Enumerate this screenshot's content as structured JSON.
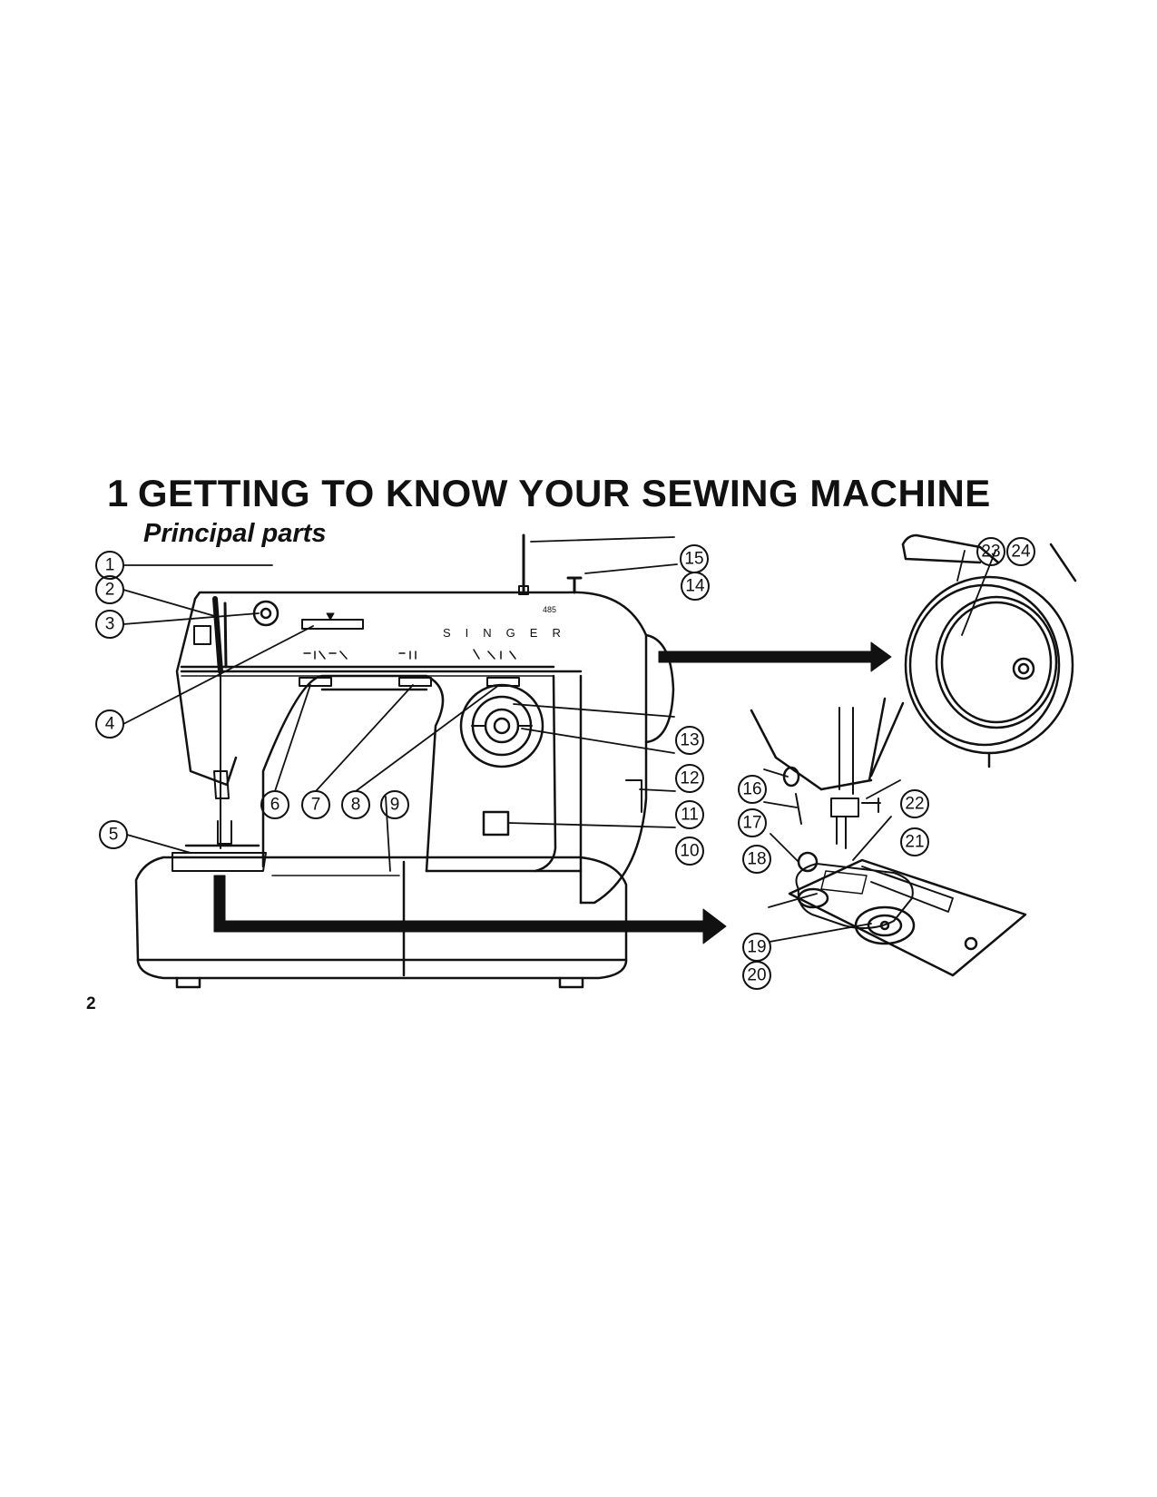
{
  "header": {
    "chapter_number": "1",
    "title": "GETTING TO KNOW YOUR SEWING MACHINE",
    "subtitle": "Principal parts"
  },
  "machine": {
    "brand": "SINGER",
    "model": "485"
  },
  "callouts": [
    "1",
    "2",
    "3",
    "4",
    "5",
    "6",
    "7",
    "8",
    "9",
    "10",
    "11",
    "12",
    "13",
    "14",
    "15",
    "16",
    "17",
    "18",
    "19",
    "20",
    "21",
    "22",
    "23",
    "24"
  ],
  "footer": {
    "page_number": "2"
  }
}
